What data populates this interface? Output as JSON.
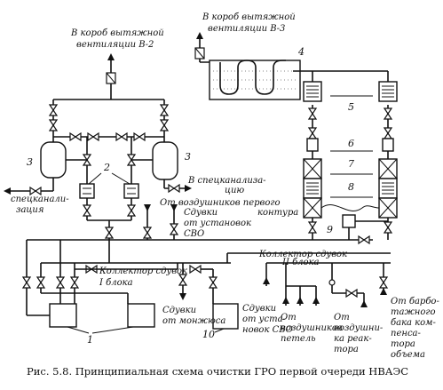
{
  "figure": {
    "caption": "Рис. 5.8. Принципиальная схема очистки ГРО первой очереди НВАЭС"
  },
  "labels": {
    "vent_b2_l1": "В короб вытяжной",
    "vent_b2_l2": "вентиляции В-2",
    "vent_b3_l1": "В короб вытяжной",
    "vent_b3_l2": "вентиляции В-3",
    "spec_out_l1": "В спецканализа-",
    "spec_out_l2": "цию",
    "spec_in_l1": "спецканали-",
    "spec_in_l2": "зация",
    "from_air_first_l1": "От воздушников первого",
    "from_air_first_l2": "контура",
    "purge_sbo_l1": "Сдувки",
    "purge_sbo_l2": "от установок",
    "purge_sbo_l3": "СВО",
    "collector_2": "Коллектор сдувок",
    "collector_2b": "II блока",
    "collector_1": "Коллектор сдувок",
    "collector_1b": "I блока",
    "purge_monjus_l1": "Сдувки",
    "purge_monjus_l2": "от монжюса",
    "purge_ust_l1": "Сдувки",
    "purge_ust_l2": "от уста-",
    "purge_ust_l3": "новок СВО",
    "air_loops_l1": "От",
    "air_loops_l2": "воздушников",
    "air_loops_l3": "петель",
    "reactor_l1": "От",
    "reactor_l2": "воздушни-",
    "reactor_l3": "ка реак-",
    "reactor_l4": "тора",
    "barb_l1": "От барбо-",
    "barb_l2": "тажного",
    "barb_l3": "бака ком-",
    "barb_l4": "пенса-",
    "barb_l5": "тора",
    "barb_l6": "объема"
  },
  "numbers": {
    "n1": "1",
    "n2": "2",
    "n3a": "3",
    "n3b": "3",
    "n4": "4",
    "n5": "5",
    "n6": "6",
    "n7": "7",
    "n8": "8",
    "n9": "9",
    "n10": "10"
  }
}
